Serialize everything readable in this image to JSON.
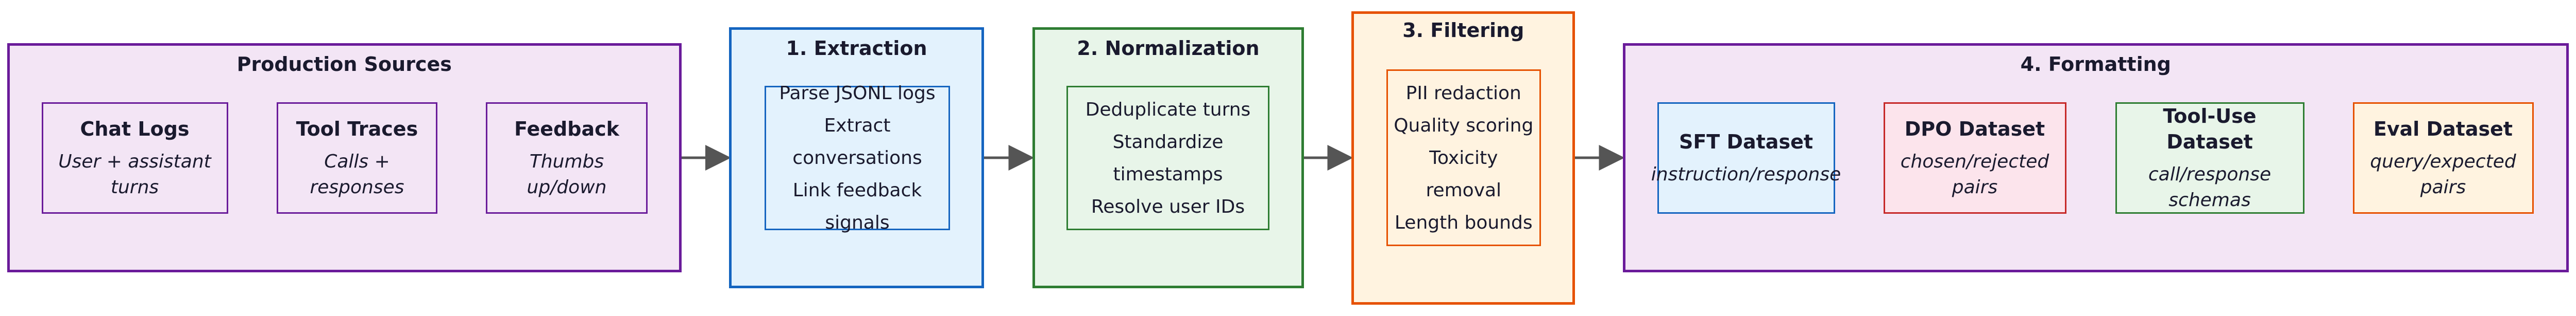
{
  "colors": {
    "purple": "#6a1b9a",
    "blue": "#1565c0",
    "green": "#2e7d32",
    "orange": "#e65100",
    "red": "#c62828",
    "arrow": "#555555"
  },
  "sources": {
    "title": "Production Sources",
    "nodes": [
      {
        "label": "Chat Logs",
        "sub": "User + assistant turns"
      },
      {
        "label": "Tool Traces",
        "sub": "Calls + responses"
      },
      {
        "label": "Feedback",
        "sub": "Thumbs up/down"
      }
    ]
  },
  "extraction": {
    "title": "1. Extraction",
    "lines": [
      "Parse JSONL logs",
      "Extract conversations",
      "Link feedback signals"
    ]
  },
  "normalization": {
    "title": "2. Normalization",
    "lines": [
      "Deduplicate turns",
      "Standardize timestamps",
      "Resolve user IDs"
    ]
  },
  "filtering": {
    "title": "3. Filtering",
    "lines": [
      "PII redaction",
      "Quality scoring",
      "Toxicity removal",
      "Length bounds"
    ]
  },
  "formatting": {
    "title": "4. Formatting",
    "nodes": [
      {
        "label": "SFT Dataset",
        "sub": "instruction/response"
      },
      {
        "label": "DPO Dataset",
        "sub": "chosen/rejected pairs"
      },
      {
        "label": "Tool-Use Dataset",
        "sub": "call/response schemas"
      },
      {
        "label": "Eval Dataset",
        "sub": "query/expected pairs"
      }
    ]
  }
}
